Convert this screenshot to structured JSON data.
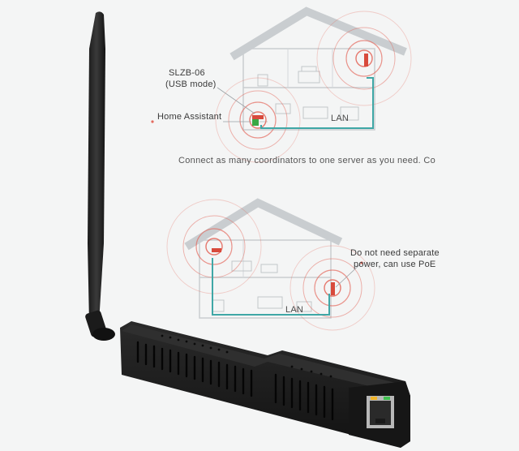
{
  "diagram_top": {
    "device_label_line1": "SLZB-06",
    "device_label_line2": "(USB mode)",
    "server_label": "Home Assistant",
    "network_label": "LAN"
  },
  "caption": "Connect as many coordinators to one server as you need. Co",
  "diagram_bottom": {
    "note_line1": "Do not need separate",
    "note_line2": "power, can use PoE",
    "network_label": "LAN"
  },
  "colors": {
    "background": "#f4f5f5",
    "house_outline": "#c9cdd0",
    "lan_cable": "#3fa7a6",
    "signal_ring": "#e46a5e",
    "device_body": "#1c1c1c",
    "server_accent": "#39a845"
  },
  "icons": {
    "antenna": "antenna-icon",
    "ethernet_port": "ethernet-port-icon"
  }
}
